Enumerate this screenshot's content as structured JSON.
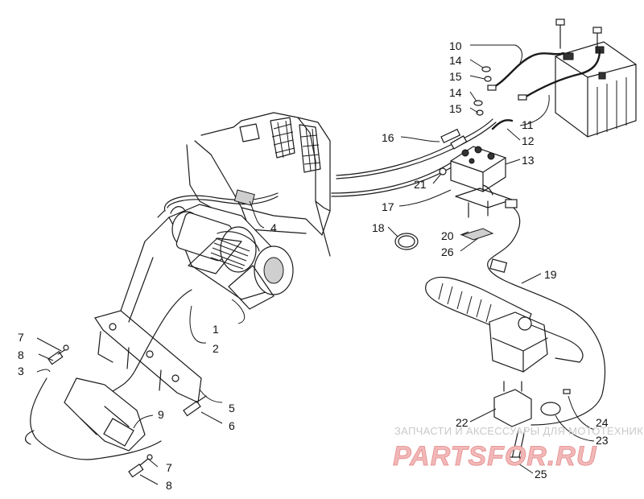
{
  "diagram": {
    "callouts": [
      {
        "id": "c1",
        "text": "1"
      },
      {
        "id": "c2",
        "text": "2"
      },
      {
        "id": "c3",
        "text": "3"
      },
      {
        "id": "c4",
        "text": "4"
      },
      {
        "id": "c5",
        "text": "5"
      },
      {
        "id": "c6",
        "text": "6"
      },
      {
        "id": "c7a",
        "text": "7"
      },
      {
        "id": "c7b",
        "text": "7"
      },
      {
        "id": "c8a",
        "text": "8"
      },
      {
        "id": "c8b",
        "text": "8"
      },
      {
        "id": "c9",
        "text": "9"
      },
      {
        "id": "c10",
        "text": "10"
      },
      {
        "id": "c11",
        "text": "11"
      },
      {
        "id": "c12",
        "text": "12"
      },
      {
        "id": "c13",
        "text": "13"
      },
      {
        "id": "c14a",
        "text": "14"
      },
      {
        "id": "c14b",
        "text": "14"
      },
      {
        "id": "c15a",
        "text": "15"
      },
      {
        "id": "c15b",
        "text": "15"
      },
      {
        "id": "c16",
        "text": "16"
      },
      {
        "id": "c17",
        "text": "17"
      },
      {
        "id": "c18",
        "text": "18"
      },
      {
        "id": "c19",
        "text": "19"
      },
      {
        "id": "c20",
        "text": "20"
      },
      {
        "id": "c21",
        "text": "21"
      },
      {
        "id": "c22",
        "text": "22"
      },
      {
        "id": "c23",
        "text": "23"
      },
      {
        "id": "c24",
        "text": "24"
      },
      {
        "id": "c25",
        "text": "25"
      },
      {
        "id": "c26",
        "text": "26"
      }
    ]
  },
  "watermark": {
    "tagline": "ЗАПЧАСТИ И АКСЕССУАРЫ ДЛЯ МОТОТЕХНИКИ",
    "logo": "PARTSFOR.RU",
    "color": "#e48a8a"
  }
}
